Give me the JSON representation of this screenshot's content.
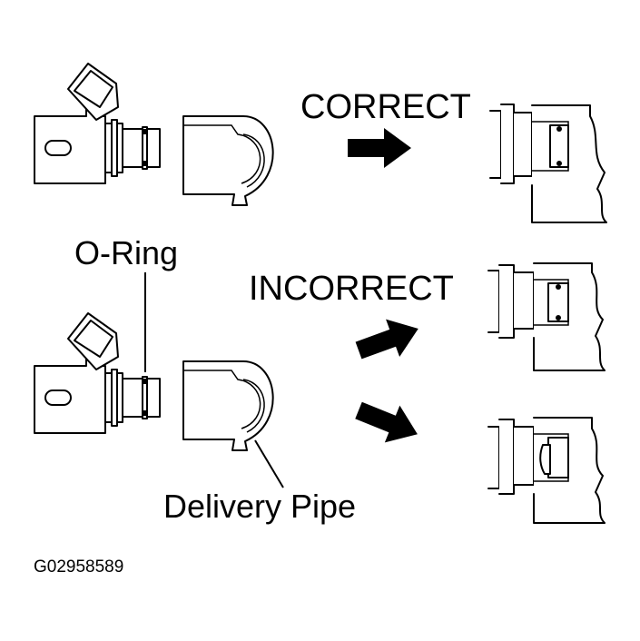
{
  "labels": {
    "correct": "CORRECT",
    "incorrect": "INCORRECT",
    "o_ring": "O-Ring",
    "delivery_pipe": "Delivery Pipe",
    "figure_code": "G02958589"
  },
  "colors": {
    "ink": "#000000",
    "paper": "#ffffff"
  }
}
